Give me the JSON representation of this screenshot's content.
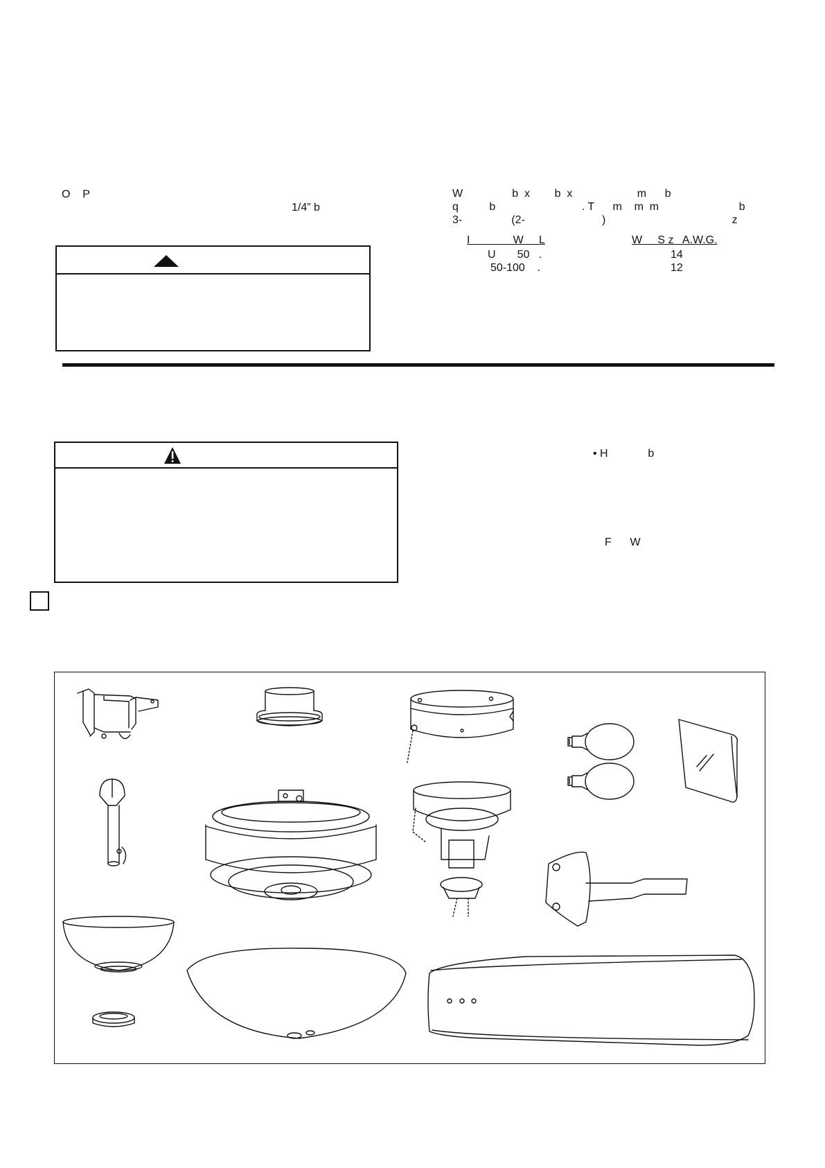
{
  "left_col": {
    "line1": "O    P",
    "line2": "1/4” b"
  },
  "right_col": {
    "line1": "W                b  x        b  x                     m      b",
    "line2": "q          b                            . T      m    m  m                          b",
    "line3": "3-                (2-                         )                                         z"
  },
  "wire_table": {
    "col1_header": "I              W     L",
    "col2_header": "W     S z   A.W.G.",
    "rows": [
      {
        "length": "U       50   .",
        "size": "14"
      },
      {
        "length": "50-100    .",
        "size": "12"
      }
    ]
  },
  "bullets": {
    "item1": "• H             b",
    "item2": "F      W"
  },
  "colors": {
    "ink": "#111111",
    "paper": "#ffffff"
  }
}
